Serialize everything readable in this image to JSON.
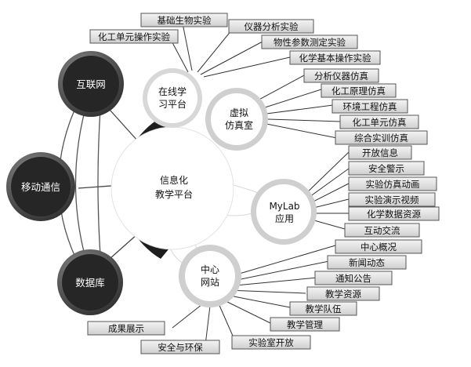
{
  "hub": {
    "line1": "信息化",
    "line2": "教学平台"
  },
  "left_nodes": [
    "互联网",
    "移动通信",
    "数据库"
  ],
  "satellites": {
    "online": {
      "line1": "在线学",
      "line2": "习平台"
    },
    "virtual": {
      "line1": "虚拟",
      "line2": "仿真室"
    },
    "mylab": {
      "line1": "MyLab",
      "line2": "应用"
    },
    "center": {
      "line1": "中心",
      "line2": "网站"
    }
  },
  "online_lab_items": [
    "化工单元操作实验",
    "基础生物实验",
    "仪器分析实验",
    "物性参数测定实验",
    "化学基本操作实验"
  ],
  "virtual_sim_items": [
    "分析仪器仿真",
    "化工原理仿真",
    "环境工程仿真",
    "化工单元仿真",
    "综合实训仿真"
  ],
  "mylab_items": [
    "开放信息",
    "安全警示",
    "实验仿真动画",
    "实验演示视频",
    "化学数据资源",
    "互动交流"
  ],
  "center_site_items": [
    "中心概况",
    "新闻动态",
    "通知公告",
    "教学资源",
    "教学队伍",
    "教学管理",
    "实验室开放",
    "安全与环保",
    "成果展示"
  ]
}
